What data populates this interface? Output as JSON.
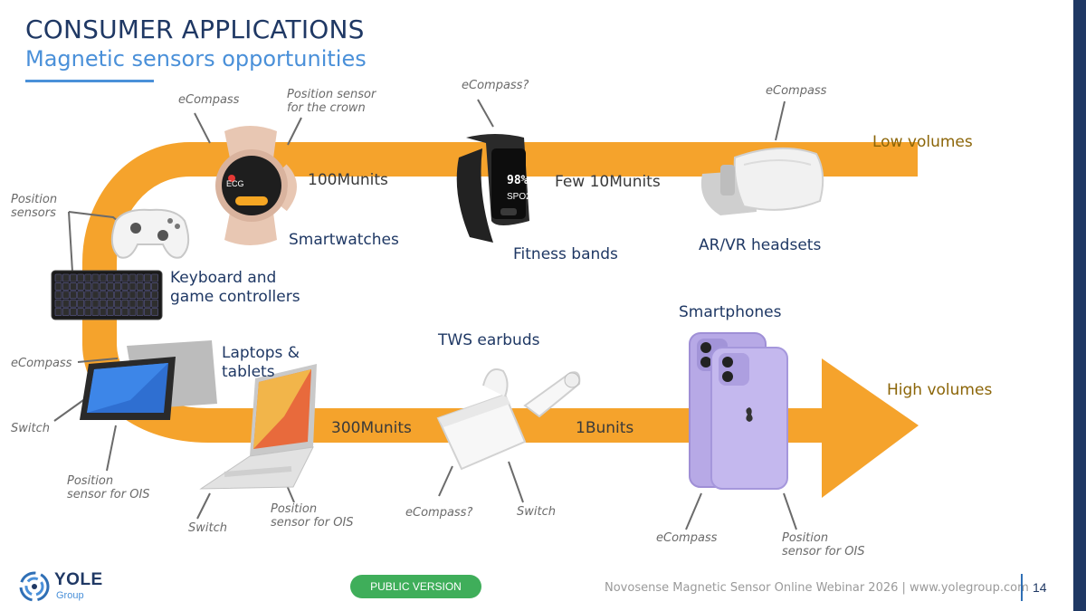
{
  "header": {
    "title": "CONSUMER APPLICATIONS",
    "subtitle": "Magnetic sensors opportunities"
  },
  "devices": {
    "smartwatches": "Smartwatches",
    "fitness": "Fitness bands",
    "arvr": "AR/VR headsets",
    "keyboard": "Keyboard and\ngame controllers",
    "laptops": "Laptops &\ntablets",
    "tws": "TWS earbuds",
    "smartphones": "Smartphones"
  },
  "volumes": {
    "watches": "100Munits",
    "bands": "Few 10Munits",
    "laptops": "300Munits",
    "earbuds": "1Bunits",
    "low": "Low volumes",
    "high": "High volumes"
  },
  "annotations": {
    "watch_ecompass": "eCompass",
    "watch_crown": "Position sensor\nfor the crown",
    "band_ecompass": "eCompass?",
    "vr_ecompass": "eCompass",
    "ctrl_position": "Position\nsensors",
    "tablet_ecompass": "eCompass",
    "tablet_switch": "Switch",
    "tablet_ois": "Position\nsensor for OIS",
    "laptop_switch": "Switch",
    "laptop_ois": "Position\nsensor for OIS",
    "earbud_ecompass": "eCompass?",
    "earbud_switch": "Switch",
    "phone_ecompass": "eCompass",
    "phone_ois": "Position\nsensor for OIS"
  },
  "screens": {
    "watch_text": "ECG",
    "band_percent": "98%",
    "band_label": "SPO2"
  },
  "footer": {
    "badge": "PUBLIC VERSION",
    "text": "Novosense Magnetic Sensor Online Webinar 2026 | www.yolegroup.com",
    "page": "14",
    "logo": "YOLE",
    "logo_sub": "Group"
  },
  "colors": {
    "arrow": "#f5a32c",
    "title": "#1f3864",
    "subtitle": "#4a90d9",
    "badge": "#3fae5a",
    "phone": "#b7a9e6"
  }
}
